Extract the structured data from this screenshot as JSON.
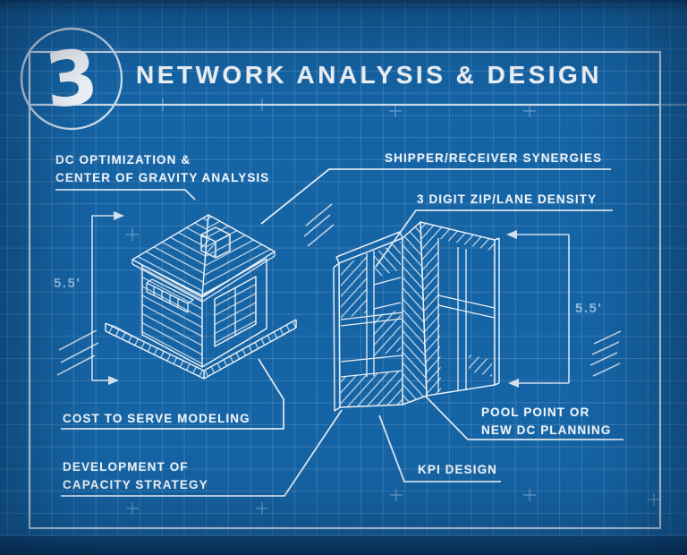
{
  "page": {
    "step_number": "3",
    "title": "NETWORK ANALYSIS & DESIGN"
  },
  "labels": {
    "dc_optimization": {
      "line1": "DC OPTIMIZATION &",
      "line2": "CENTER OF GRAVITY ANALYSIS"
    },
    "shipper_receiver": {
      "line1": "SHIPPER/RECEIVER SYNERGIES"
    },
    "zip_lane": {
      "line1": "3 DIGIT ZIP/LANE DENSITY"
    },
    "cost_to_serve": {
      "line1": "COST TO SERVE MODELING"
    },
    "capacity_strategy": {
      "line1": "DEVELOPMENT OF",
      "line2": "CAPACITY STRATEGY"
    },
    "pool_point": {
      "line1": "POOL POINT OR",
      "line2": "NEW DC PLANNING"
    },
    "kpi_design": {
      "line1": "KPI DESIGN"
    }
  },
  "dimensions": {
    "left": "5.5'",
    "right": "5.5'"
  },
  "colors": {
    "background": "#1463a4",
    "line_art": "#e8eff6",
    "grid": "#4d87b9",
    "dim_text": "#a8c6de",
    "edge_shade": "#0d3f70"
  }
}
